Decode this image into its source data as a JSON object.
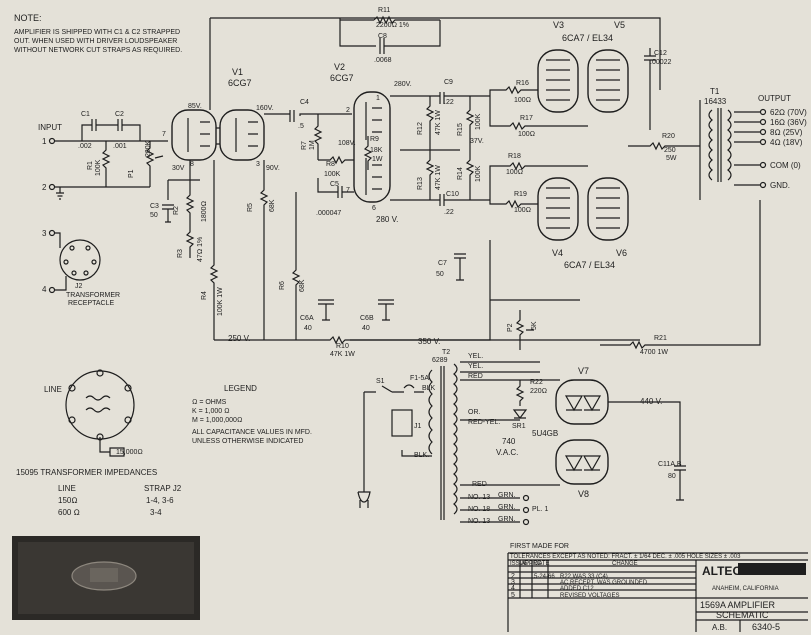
{
  "note": {
    "title": "NOTE:",
    "lines": [
      "AMPLIFIER IS SHIPPED WITH C1 & C2 STRAPPED",
      "OUT.  WHEN USED WITH DRIVER LOUDSPEAKER",
      "WITHOUT NETWORK CUT STRAPS AS REQUIRED."
    ]
  },
  "input": {
    "label": "INPUT",
    "pins": [
      "1",
      "2",
      "3",
      "4"
    ]
  },
  "j2": {
    "name": "J2",
    "desc1": "TRANSFORMER",
    "desc2": "RECEPTACLE"
  },
  "tubes": {
    "v1": {
      "name": "V1",
      "type": "6CG7"
    },
    "v2": {
      "name": "V2",
      "type": "6CG7"
    },
    "v3": "V3",
    "v5": "V5",
    "v4": "V4",
    "v6": "V6",
    "top_type": "6CA7 / EL34",
    "bottom_type": "6CA7 / EL34",
    "v7": "V7",
    "v8": "V8",
    "rect_type": "5U4GB"
  },
  "components": {
    "c1": {
      "name": "C1",
      "value": ".002"
    },
    "c2": {
      "name": "C2",
      "value": ".001"
    },
    "r1": {
      "name": "R1",
      "value": "100K"
    },
    "p1": {
      "name": "P1",
      "value": "200K"
    },
    "c3": {
      "name": "C3",
      "value": "50"
    },
    "r2": {
      "name": "R2",
      "value": "1800Ω"
    },
    "r3": {
      "name": "R3",
      "value": "47Ω 1%"
    },
    "r4": {
      "name": "R4",
      "value": "100K 1W"
    },
    "c4": {
      "name": "C4",
      "value": ".5"
    },
    "r7": {
      "name": "R7",
      "value": "1M"
    },
    "r5": {
      "name": "R5",
      "value": "68K"
    },
    "r6": {
      "name": "R6",
      "value": "68K"
    },
    "r8": {
      "name": "R8",
      "value": "100K"
    },
    "r9": {
      "name": "R9",
      "value": "18K 1W"
    },
    "c5": {
      "name": "C5",
      "value": ".000047"
    },
    "r11": {
      "name": "R11",
      "value": "2200Ω 1%"
    },
    "c8": {
      "name": "C8",
      "value": ".0068"
    },
    "c9": {
      "name": "C9",
      "value": ".22"
    },
    "c10": {
      "name": "C10",
      "value": ".22"
    },
    "r12": {
      "name": "R12",
      "value": "47K 1W"
    },
    "r13": {
      "name": "R13",
      "value": "47K 1W"
    },
    "r15": {
      "name": "R15",
      "value": "100K"
    },
    "r14": {
      "name": "R14",
      "value": "100K"
    },
    "r16": {
      "name": "R16",
      "value": "100Ω"
    },
    "r17": {
      "name": "R17",
      "value": "100Ω"
    },
    "r18": {
      "name": "R18",
      "value": "100Ω"
    },
    "r19": {
      "name": "R19",
      "value": "100Ω"
    },
    "c12": {
      "name": "C12",
      "value": ".00022"
    },
    "r20": {
      "name": "R20",
      "value": "250Ω 5W"
    },
    "t1": {
      "name": "T1",
      "value": "16433"
    },
    "c7": {
      "name": "C7",
      "value": "50"
    },
    "c6a": {
      "name": "C6A",
      "value": "40"
    },
    "c6b": {
      "name": "C6B",
      "value": "40"
    },
    "r10": {
      "name": "R10",
      "value": "47K 1W"
    },
    "p2": {
      "name": "P2",
      "value": "5K"
    },
    "r21": {
      "name": "R21",
      "value": "4700 1W"
    },
    "t2": {
      "name": "T2",
      "value": "6289"
    },
    "r22": {
      "name": "R22",
      "value": "220Ω"
    },
    "sr1": "SR1",
    "c11": {
      "name": "C11A,B",
      "value": "80"
    },
    "s1": "S1",
    "f1": "F1-5A",
    "j1": "J1"
  },
  "voltages": {
    "v85": "85V.",
    "v160": "160V.",
    "v90": "90V.",
    "v30": "30V",
    "v280a": "280V.",
    "v108": "108V.",
    "v280b": "280 V.",
    "v37": "37V.",
    "v250": "250 V.",
    "v350": "350 V.",
    "v440": "440 V.",
    "v740": "740",
    "vac": "V.A.C."
  },
  "output": {
    "label": "OUTPUT",
    "taps": [
      "62Ω (70V)",
      "16Ω (36V)",
      "8Ω (25V)",
      "4Ω (18V)",
      "COM (0)",
      "GND."
    ]
  },
  "wires": [
    "YEL.",
    "YEL.",
    "RED",
    "BLK",
    "OR.",
    "RED-YEL.",
    "BLK.",
    "RED",
    "GRN.",
    "GRN.",
    "GRN.",
    "NO. 13",
    "NO. 18",
    "NO. 13",
    "PL. 1"
  ],
  "legend": {
    "title": "LEGEND",
    "lines": [
      "Ω  = OHMS",
      "K  = 1,000 Ω",
      "M  = 1,000,000Ω",
      "ALL CAPACITANCE VALUES IN MFD.",
      "UNLESS   OTHERWISE   INDICATED"
    ]
  },
  "line_plug": {
    "label": "LINE",
    "plug": "15,000Ω"
  },
  "impedance_table": {
    "title": "15095  TRANSFORMER     IMPEDANCES",
    "headers": [
      "LINE",
      "STRAP  J2"
    ],
    "rows": [
      [
        "150Ω",
        "1-4,  3-6"
      ],
      [
        "600 Ω",
        "3-4"
      ]
    ]
  },
  "title_block": {
    "first_made": "FIRST MADE FOR",
    "tolerance": "TOLERANCES EXCEPT AS NOTED: FRACT. ± 1/64  DEC. ± .005  HOLE SIZES ± .003",
    "rev_headers": [
      "ISSUE",
      "APPRD",
      "DATE",
      "CHANGE"
    ],
    "revs": [
      [
        "2",
        "",
        "5-24-66",
        "R22 WAS 33 (C4)"
      ],
      [
        "3",
        "",
        "",
        "AC RECEPT. WAS GROUNDED"
      ],
      [
        "4",
        "",
        "",
        "ADDED C12"
      ],
      [
        "5",
        "",
        "",
        "REVISED VOLTAGES"
      ]
    ],
    "brand": "ALTEC",
    "city": "ANAHEIM, CALIFORNIA",
    "title1": "1569A  AMPLIFIER",
    "title2": "SCHEMATIC",
    "drawn": "A.B.",
    "number": "6340-5"
  }
}
